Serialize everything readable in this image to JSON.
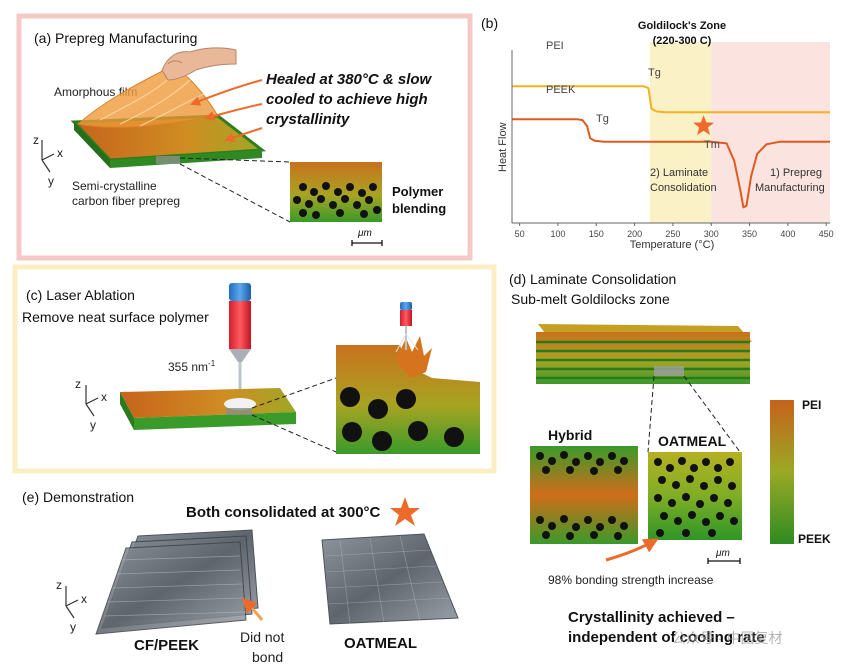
{
  "panel_a": {
    "title": "(a) Prepreg Manufacturing",
    "amorphous_film": "Amorphous film",
    "heal_line1": "Healed at 380°C & slow",
    "heal_line2": "cooled to achieve high",
    "heal_line3": "crystallinity",
    "prepreg_line1": "Semi-crystalline",
    "prepreg_line2": "carbon fiber prepreg",
    "blend_line1": "Polymer",
    "blend_line2": "blending",
    "scale": "μm",
    "axis_z": "z",
    "axis_x": "x",
    "axis_y": "y"
  },
  "panel_b": {
    "title": "(b)",
    "zone_line1": "Goldilock's Zone",
    "zone_line2": "(220-300 C)",
    "series_pei": "PEI",
    "series_peek": "PEEK",
    "tg_pei": "Tg",
    "tg_peek": "Tg",
    "tm": "Tm",
    "region2_line1": "2) Laminate",
    "region2_line2": "Consolidation",
    "region1_line1": "1)  Prepreg",
    "region1_line2": "Manufacturing"
  },
  "chart_data": {
    "type": "line",
    "xlabel": "Temperature (°C)",
    "ylabel": "Heat Flow",
    "xlim": [
      40,
      455
    ],
    "x_ticks": [
      50,
      100,
      150,
      200,
      250,
      300,
      350,
      400,
      450
    ],
    "grid": false,
    "regions": [
      {
        "x_start": 220,
        "x_end": 300,
        "color": "#fbf1c6"
      },
      {
        "x_start": 300,
        "x_end": 455,
        "color": "#fbe3df"
      }
    ],
    "series": [
      {
        "name": "PEI",
        "color": "#f2b21f",
        "x": [
          40,
          200,
          212,
          218,
          222,
          228,
          240,
          455
        ],
        "y": [
          7.9,
          7.9,
          7.9,
          7.8,
          6.6,
          6.45,
          6.4,
          6.4
        ]
      },
      {
        "name": "PEEK",
        "color": "#e05a1d",
        "x": [
          40,
          125,
          132,
          138,
          142,
          148,
          160,
          300,
          320,
          330,
          338,
          342,
          346,
          352,
          360,
          372,
          390,
          455
        ],
        "y": [
          6.0,
          6.0,
          5.95,
          5.6,
          4.9,
          4.75,
          4.7,
          4.7,
          4.6,
          3.6,
          1.9,
          0.9,
          1.0,
          2.7,
          4.0,
          4.55,
          4.7,
          4.7
        ]
      }
    ],
    "markers": [
      {
        "label": "star",
        "x": 290,
        "y": 5.6,
        "color": "#ee6a2b"
      }
    ]
  },
  "panel_c": {
    "title": "(c) Laser Ablation",
    "subtitle": "Remove neat surface polymer",
    "laser": "355 nm",
    "laser_sup": "-1"
  },
  "panel_d": {
    "title": "(d) Laminate Consolidation",
    "subtitle": "Sub-melt Goldilocks zone",
    "hybrid": "Hybrid",
    "oatmeal": "OATMEAL",
    "legend_top": "PEI",
    "legend_bottom": "PEEK",
    "scale": "μm",
    "bonding": "98% bonding strength increase",
    "conclusion_line1": "Crystallinity achieved –",
    "conclusion_line2": "independent of cooling rate"
  },
  "panel_e": {
    "title": "(e) Demonstration",
    "headline": "Both consolidated at 300°C",
    "cfpeek": "CF/PEEK",
    "oatmeal": "OATMEAL",
    "note_line1": "Did not",
    "note_line2": "bond"
  },
  "watermark": "公众号 · 中国复材",
  "colors": {
    "accent_orange": "#ee6a2b",
    "pei": "#c5621c",
    "peek": "#2e8b22"
  }
}
